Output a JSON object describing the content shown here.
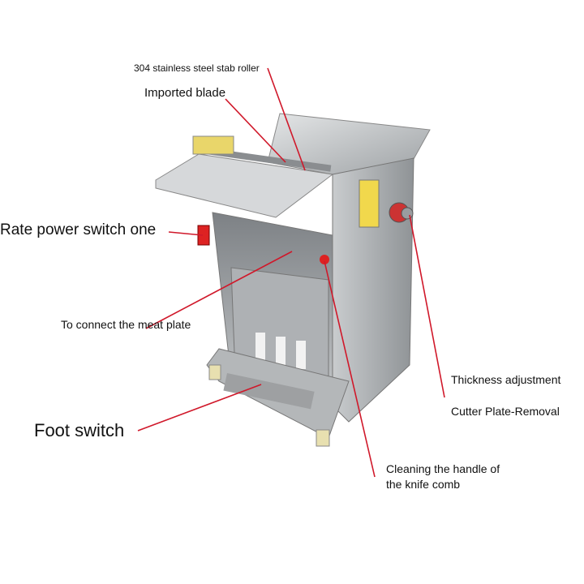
{
  "labels": {
    "roller": "304 stainless steel stab roller",
    "blade": "Imported blade",
    "power_switch": "Rate power switch one",
    "meat_plate": "To connect the meat plate",
    "foot_switch": "Foot switch",
    "knife_comb_line1": "Cleaning the handle of",
    "knife_comb_line2": "the knife comb",
    "thickness": "Thickness adjustment",
    "cutter_plate": "Cutter Plate-Removal"
  },
  "colors": {
    "pointer": "#d0182a",
    "steel": "#b9bcbe"
  }
}
